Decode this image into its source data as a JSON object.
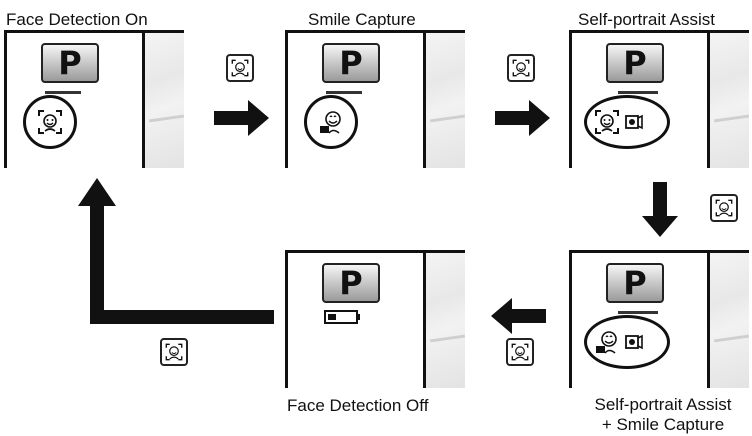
{
  "labels": {
    "face_on": "Face Detection On",
    "smile": "Smile Capture",
    "self_assist": "Self-portrait Assist",
    "face_off": "Face Detection Off",
    "combo_line1": "Self-portrait Assist",
    "combo_line2": "+ Smile Capture"
  },
  "panel_mode_letter": "P",
  "icons": {
    "mode_button": "face-detection-toggle-icon",
    "flow_arrow": "arrow-icon"
  }
}
